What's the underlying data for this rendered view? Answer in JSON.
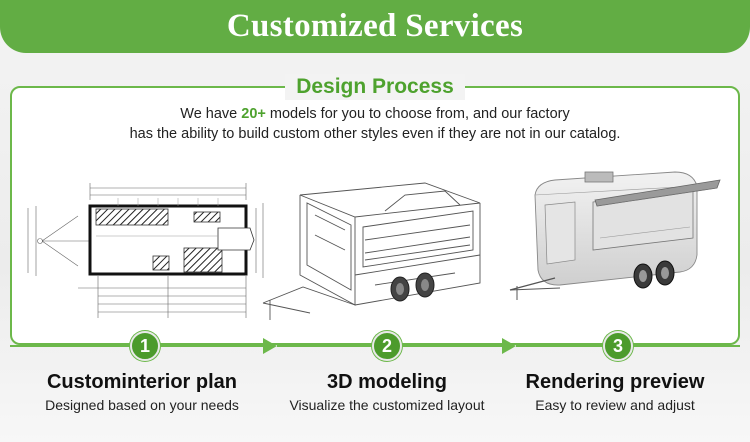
{
  "header": {
    "title": "Customized Services"
  },
  "section": {
    "title": "Design Process",
    "intro_prefix": "We have ",
    "intro_highlight": "20+",
    "intro_suffix": " models for you to choose from, and our factory",
    "intro_line2": "has the ability to build custom other styles even if they are not in our catalog."
  },
  "steps": [
    {
      "number": "1",
      "title": "Custominterior plan",
      "description": "Designed based on your needs"
    },
    {
      "number": "2",
      "title": "3D modeling",
      "description": "Visualize the customized layout"
    },
    {
      "number": "3",
      "title": "Rendering preview",
      "description": "Easy to review and adjust"
    }
  ],
  "colors": {
    "accent": "#62ad44",
    "accent_dark": "#4c9b2c",
    "highlight_text": "#4ea22e"
  },
  "icons": [
    "floor-plan-drawing",
    "wireframe-trailer",
    "rendered-trailer",
    "step-arrow-icon"
  ]
}
